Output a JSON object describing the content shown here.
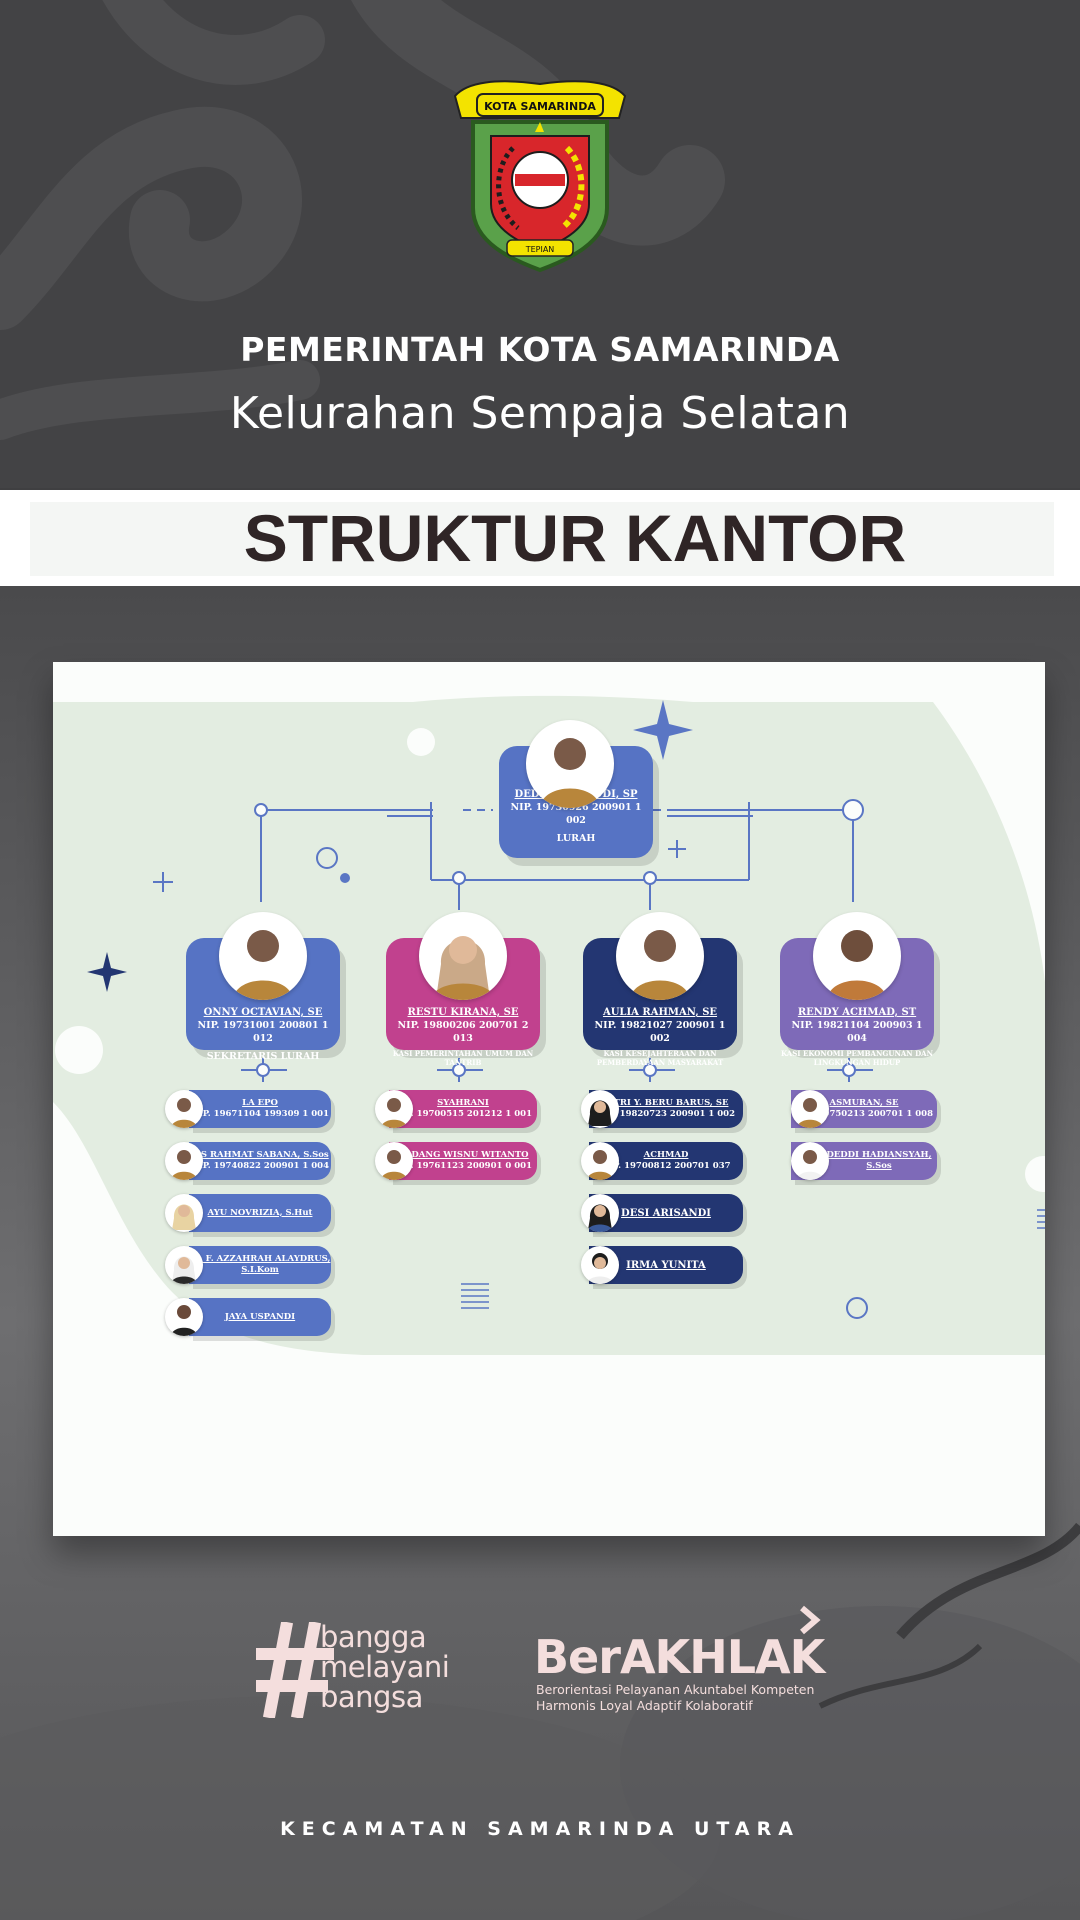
{
  "header": {
    "government": "PEMERINTAH KOTA SAMARINDA",
    "kelurahan": "Kelurahan Sempaja Selatan",
    "emblem": {
      "top_text": "KOTA SAMARINDA",
      "bottom_text": "TEPIAN",
      "icon": "city-emblem-icon"
    }
  },
  "banner": {
    "title": "STRUKTUR KANTOR"
  },
  "org": {
    "head": {
      "name": "DEDDY WAHYUDI, SP",
      "nip": "NIP. 19730926 200901 1 002",
      "role": "LURAH"
    },
    "departments": [
      {
        "name": "ONNY OCTAVIAN, SE",
        "nip": "NIP. 19731001 200801 1 012",
        "role": "SEKRETARIS LURAH",
        "color": "#5673c4",
        "staff": [
          {
            "name": "LA EPO",
            "nip": "NIP. 19671104 199309 1 001"
          },
          {
            "name": "A.S RAHMAT SABANA, S.Sos",
            "nip": "NIP. 19740822 200901 1 004"
          },
          {
            "name": "AYU NOVRIZIA, S.Hut",
            "nip": ""
          },
          {
            "name": "Sy. F. AZZAHRAH ALAYDRUS, S.I.Kom",
            "nip": ""
          },
          {
            "name": "JAYA USPANDI",
            "nip": ""
          }
        ]
      },
      {
        "name": "RESTU KIRANA, SE",
        "nip": "NIP. 19800206 200701 2 013",
        "role": "KASI PEMERINTAHAN UMUM DAN TANTRIB",
        "color": "#c1418e",
        "staff": [
          {
            "name": "SYAHRANI",
            "nip": "NIP. 19700515 201212 1 001"
          },
          {
            "name": "DADANG WISNU WITANTO",
            "nip": "NIP. 19761123 200901 0 001"
          }
        ]
      },
      {
        "name": "AULIA RAHMAN, SE",
        "nip": "NIP. 19821027 200901 1 002",
        "role": "KASI KESEJAHTERAAN DAN PEMBERDAYAAN MASYARAKAT",
        "color": "#233672",
        "staff": [
          {
            "name": "FITRI Y. BERU BARUS, SE",
            "nip": "NIP. 19820723 200901 1 002"
          },
          {
            "name": "ACHMAD",
            "nip": "NIP. 19700812 200701 037"
          },
          {
            "name": "DESI ARISANDI",
            "nip": ""
          },
          {
            "name": "IRMA YUNITA",
            "nip": ""
          }
        ]
      },
      {
        "name": "RENDY ACHMAD, ST",
        "nip": "NIP. 19821104 200903 1 004",
        "role": "KASI EKONOMI PEMBANGUNAN DAN LINGKUNGAN HIDUP",
        "color": "#7e6ab8",
        "staff": [
          {
            "name": "ASMURAN, SE",
            "nip": "NIP. 19750213 200701 1 008"
          },
          {
            "name": "DEDDI HADIANSYAH, S.Sos",
            "nip": ""
          }
        ]
      }
    ]
  },
  "footer": {
    "hashtag": {
      "line1": "bangga",
      "line2": "melayani",
      "line3": "bangsa",
      "icon": "hashtag-icon"
    },
    "berakhlak": {
      "title": "BerAKHLAK",
      "sub_line1": "Berorientasi Pelayanan Akuntabel Kompeten",
      "sub_line2": "Harmonis Loyal Adaptif Kolaboratif",
      "icon": "chevron-right-icon"
    },
    "kecamatan": "KECAMATAN SAMARINDA UTARA"
  },
  "colors": {
    "header_bg": "#434345",
    "chart_blob": "#e3ede1",
    "line": "#5a76c4",
    "banner_text": "#2f2526",
    "logo_text": "#f4dedd"
  }
}
